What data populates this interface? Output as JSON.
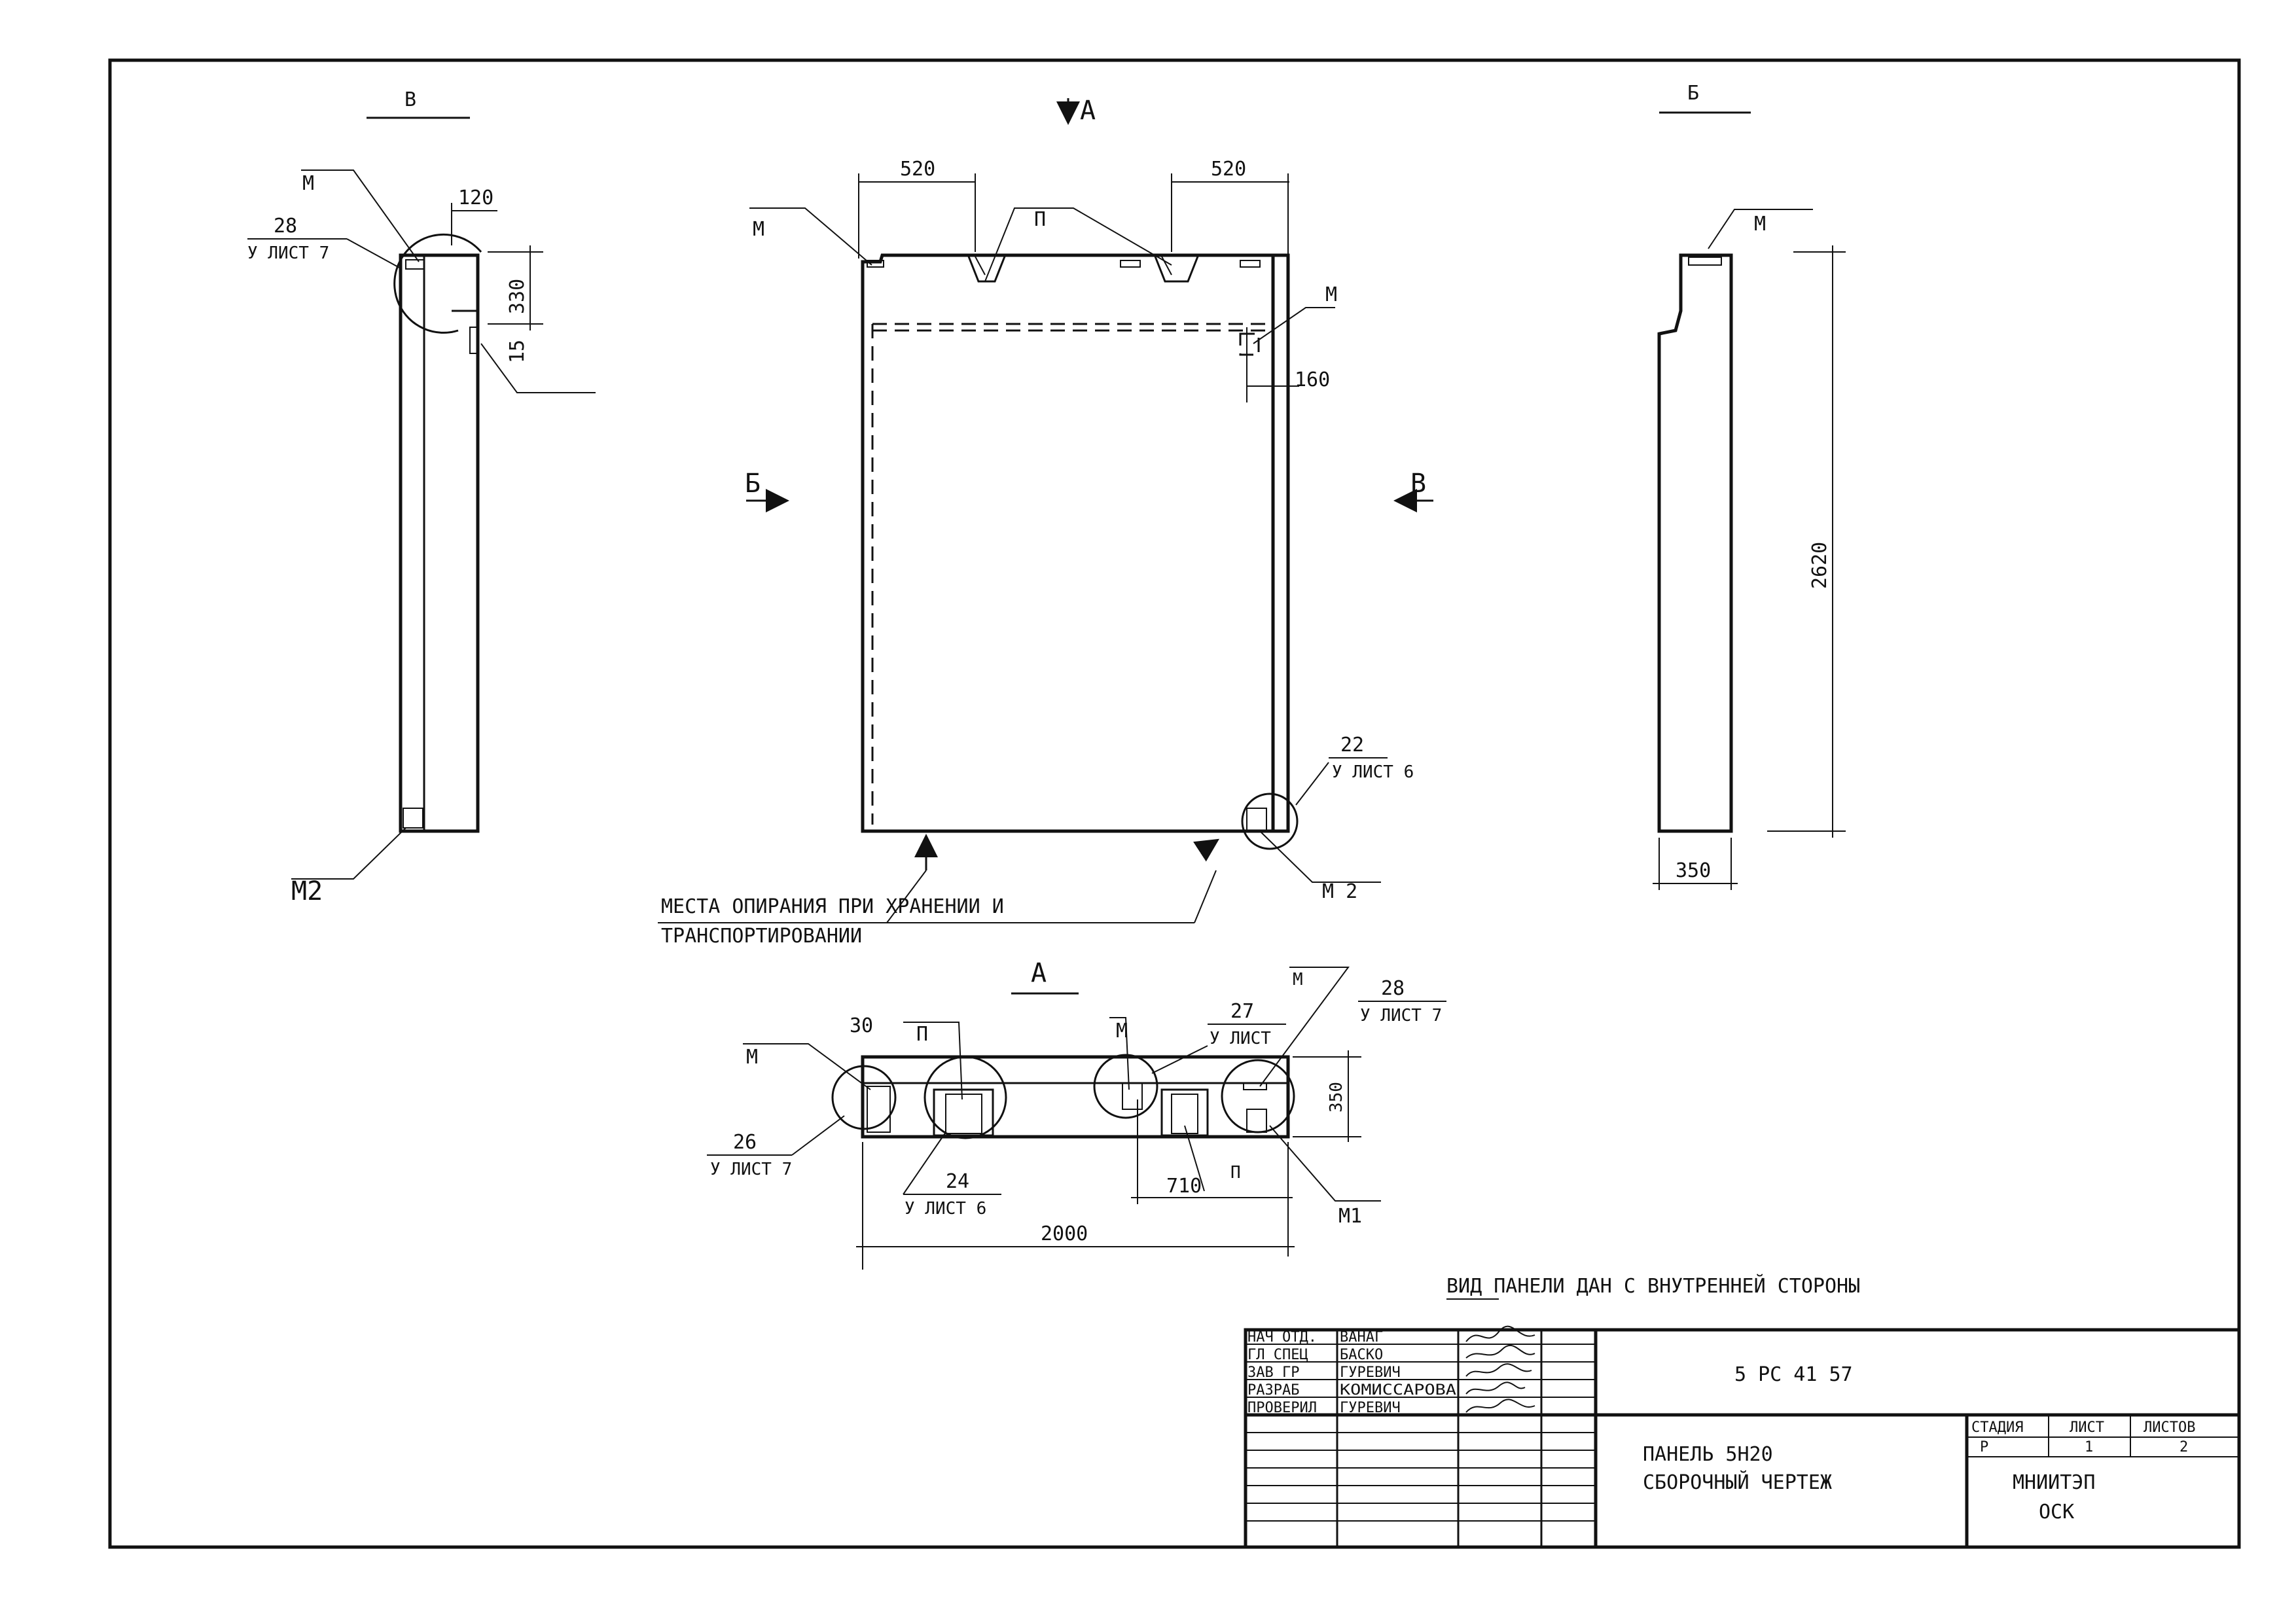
{
  "views": {
    "view_a_marker": "А",
    "view_b_title": "Б",
    "view_v_title": "В",
    "view_a_title": "А",
    "arrow_b": "Б",
    "arrow_v": "В"
  },
  "front_view": {
    "dim_left": "520",
    "dim_right": "520",
    "label_m_left": "М",
    "label_p": "П",
    "label_m_right": "М",
    "dim_160": "160",
    "node_ref_num": "22",
    "node_ref_sheet": "У ЛИСТ 6",
    "label_m2": "М 2"
  },
  "side_view_v": {
    "label_m": "М",
    "node_ref_num": "28",
    "node_ref_sheet": "У ЛИСТ 7",
    "dim_120": "120",
    "dim_330": "330",
    "dim_15": "15",
    "label_m2": "М2"
  },
  "side_view_b": {
    "label_m": "М",
    "dim_height": "2620",
    "dim_width": "350"
  },
  "support_note": {
    "line1": "МЕСТА ОПИРАНИЯ  ПРИ ХРАНЕНИИ И",
    "line2": "ТРАНСПОРТИРОВАНИИ"
  },
  "plan_view": {
    "label_m_left": "М",
    "label_p_left": "П",
    "dim_30": "30",
    "label_m_mid": "М",
    "ref_27": "27",
    "ref_27_sheet": "У ЛИСТ",
    "label_m_right": "М",
    "ref_28": "28",
    "ref_28_sheet": "У ЛИСТ 7",
    "dim_350": "350",
    "ref_26": "26",
    "ref_26_sheet": "У ЛИСТ 7",
    "ref_24": "24",
    "ref_24_sheet": "У ЛИСТ 6",
    "dim_710": "710",
    "dim_710_sup": "П",
    "label_m1": "М1",
    "dim_2000": "2000"
  },
  "note": "ВИД ПАНЕЛИ  ДАН С ВНУТРЕННЕЙ  СТОРОНЫ",
  "title_block": {
    "roles": [
      "НАЧ ОТД.",
      "ГЛ СПЕЦ",
      "ЗАВ ГР",
      "РАЗРАБ",
      "ПРОВЕРИЛ"
    ],
    "names": [
      "ВАНАГ",
      "БАСКО",
      "ГУРЕВИЧ",
      "КОМИССАРОВА",
      "ГУРЕВИЧ"
    ],
    "code": "5 РС 41 57",
    "title_line1": "ПАНЕЛЬ 5Н20",
    "title_line2": "СБОРОЧНЫЙ ЧЕРТЕЖ",
    "stage_header": "СТАДИЯ",
    "sheet_header": "ЛИСТ",
    "sheets_header": "ЛИСТОВ",
    "stage": "Р",
    "sheet": "1",
    "sheets": "2",
    "org_line1": "МНИИТЭП",
    "org_line2": "ОСК"
  }
}
